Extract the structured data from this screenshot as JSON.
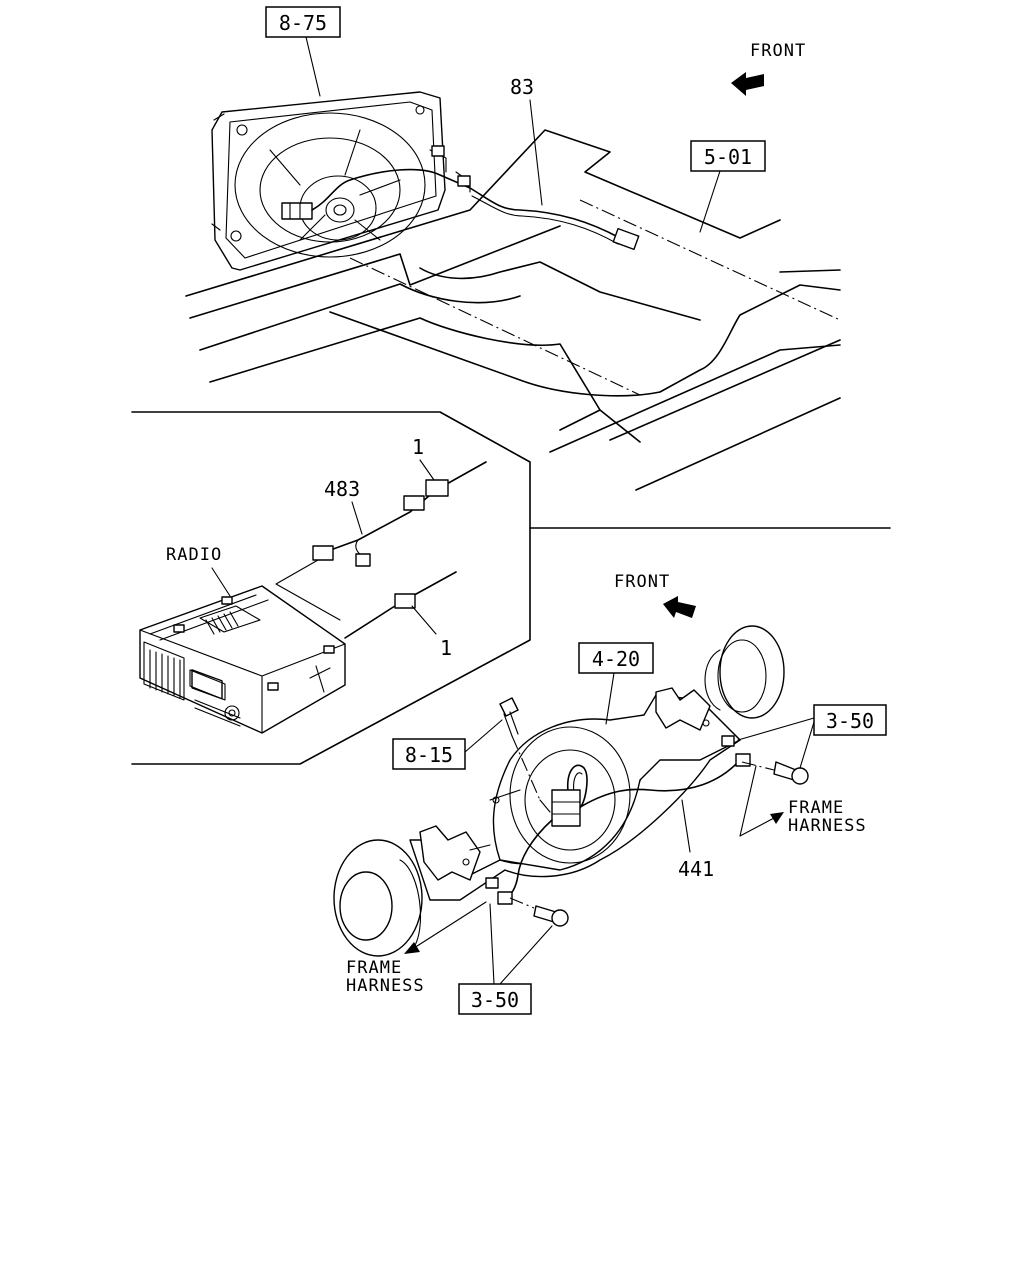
{
  "diagram": {
    "top_section": {
      "front_label": "FRONT",
      "callouts": {
        "fan_ref": "8-75",
        "harness_ref": "83",
        "frame_ref": "5-01"
      }
    },
    "radio_inset": {
      "radio_label": "RADIO",
      "harness_ref": "483",
      "connector_ref_top": "1",
      "connector_ref_bottom": "1"
    },
    "bottom_section": {
      "front_label": "FRONT",
      "callouts": {
        "axle_ref": "4-20",
        "bolt_ref": "8-15",
        "clip_ref_right": "3-50",
        "clip_ref_bottom": "3-50",
        "harness_ref": "441"
      },
      "frame_harness_right": [
        "FRAME",
        "HARNESS"
      ],
      "frame_harness_left": [
        "FRAME",
        "HARNESS"
      ]
    }
  }
}
